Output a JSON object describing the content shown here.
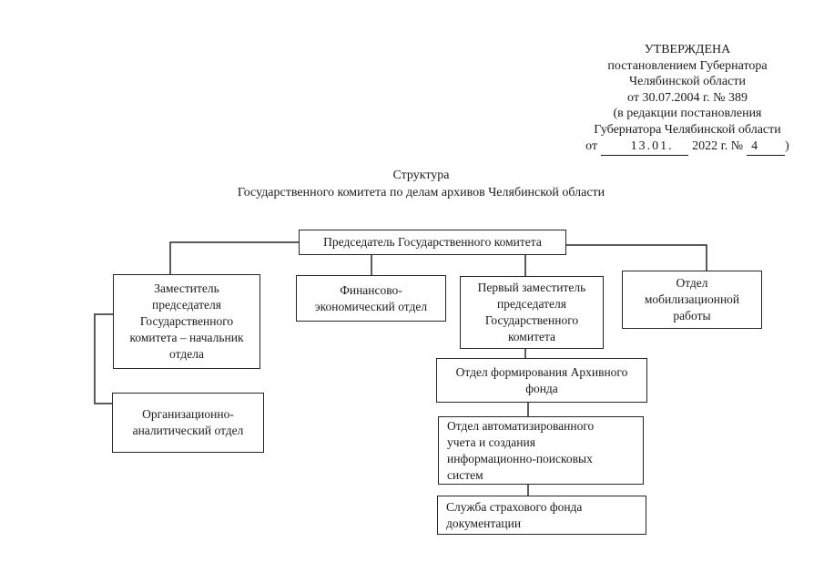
{
  "approval_stamp": {
    "lines": [
      "УТВЕРЖДЕНА",
      "постановлением Губернатора",
      "Челябинской области",
      "от 30.07.2004 г. № 389",
      "(в редакции постановления",
      "Губернатора Челябинской области"
    ],
    "amendment_line": {
      "prefix": "от",
      "date_handwritten": "13.01.",
      "middle": "2022 г. №",
      "number_handwritten": "4",
      "suffix": ")"
    }
  },
  "title": {
    "line1": "Структура",
    "line2": "Государственного комитета по делам архивов Челябинской области"
  },
  "org_chart": {
    "boxes": {
      "chairman": {
        "label": "Председатель Государственного комитета"
      },
      "deputy_chairman": {
        "label": "Заместитель\nпредседателя\nГосударственного\nкомитета – начальник\nотдела"
      },
      "finance_dept": {
        "label": "Финансово-\nэкономический отдел"
      },
      "first_deputy": {
        "label": "Первый заместитель\nпредседателя\nГосударственного\nкомитета"
      },
      "mobilization_dept": {
        "label": "Отдел\nмобилизационной\nработы"
      },
      "org_analytical_dept": {
        "label": "Организационно-\nаналитический отдел"
      },
      "archive_fund_dept": {
        "label": "Отдел формирования Архивного\nфонда"
      },
      "automated_systems_dept": {
        "label": "Отдел автоматизированного\nучета и создания\nинформационно-поисковых\nсистем"
      },
      "insurance_fund_service": {
        "label": "Служба страхового фонда\nдокументации"
      }
    }
  },
  "colors": {
    "ink": "#1b1b1b",
    "border": "#262626",
    "background": "#ffffff"
  }
}
